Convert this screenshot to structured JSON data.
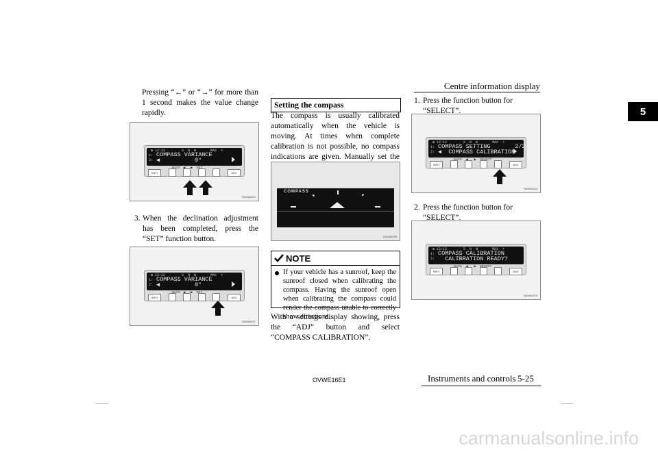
{
  "header": {
    "title": "Centre information display",
    "tab_number": "5"
  },
  "col1": {
    "para_top": "Pressing “←” or “→” for more than 1 second makes the value change rapidly.",
    "fig1": {
      "status": "⊞ 12:12        S  N  W       MAX  ☀",
      "line1": "COMPASS VARIANCE",
      "line2": "◀          0°",
      "softkeys": "BACK   ◀      ▶    SET",
      "info": "INFO",
      "adv": "ADV",
      "code": "TA0064224"
    },
    "step3": {
      "num": "3.",
      "text": "When the declination adjustment has been completed, press the “SET” function button."
    },
    "fig2": {
      "status": "⊞ 12:12        S  N  W       MAX  ☀",
      "line1": "COMPASS VARIANCE",
      "line2": "◀          0°",
      "softkeys": "BACK   ◀      ▶    SET",
      "info": "INFO",
      "adv": "ADV",
      "code": "TA0064247"
    }
  },
  "col2": {
    "section_title": "Setting the compass",
    "para": "The compass is usually calibrated automatically when the vehicle is moving. At times when complete calibration is not possible, no compass indications are given. Manually set the compass using the following procedure.",
    "fig_compass": {
      "label": "COMPASS",
      "code": "TA0064239"
    },
    "note": {
      "title": "NOTE",
      "bullet": "If your vehicle has a sunroof, keep the sunroof closed when calibrating the compass. Having the sunroof open when calibrating the compass could render the compass unable to correctly show directions."
    },
    "para2": "With a settings display showing, press the “ADJ” button and select “COMPASS CALIBRATION”."
  },
  "col3": {
    "step1": {
      "num": "1.",
      "text": "Press the function button for “SELECT”."
    },
    "fig3": {
      "status": "⊞ 12:12        S  N  W       MAX  ☀",
      "line1": "COMPASS SETTING       2/2",
      "line2": "◀  COMPASS CALIBRATION",
      "softkeys": "BACK    ◀       ▶    SELECT",
      "info": "INFO",
      "adv": "ADV",
      "code": "TA0064263"
    },
    "step2": {
      "num": "2.",
      "text": "Press the function button for “SELECT”."
    },
    "fig4": {
      "status": "⊞ 12:12        S  N  W       MAX  ☀",
      "line1": "COMPASS CALIBRATION",
      "line2": "  CALIBRATION READY?",
      "softkeys": "BACK    ◀       ▶    SELECT",
      "info": "INFO",
      "adv": "ADV",
      "code": "TA0064276"
    }
  },
  "footer": {
    "code": "OVWE16E1",
    "section": "Instruments and controls",
    "page": "5-25"
  },
  "watermark": "carmanualsonline.info"
}
